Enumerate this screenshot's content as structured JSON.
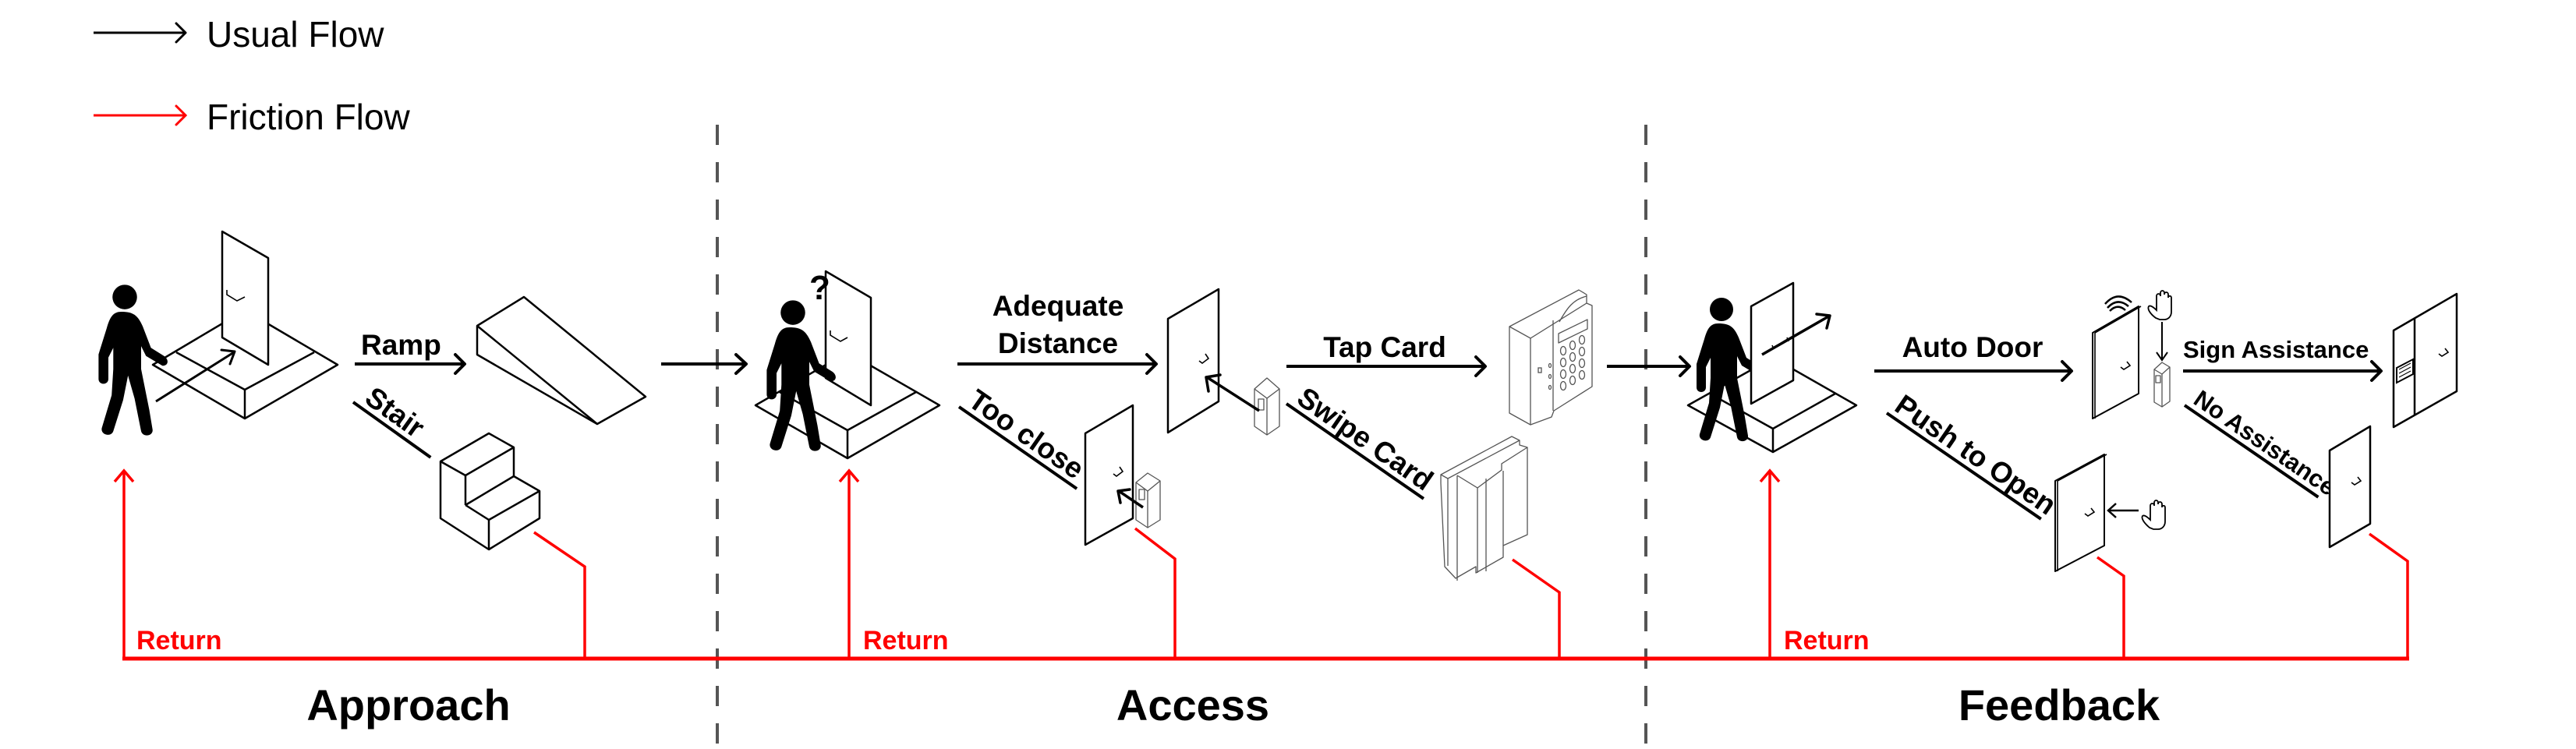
{
  "legend": {
    "usual_flow": {
      "label": "Usual Flow",
      "color": "#000000"
    },
    "friction_flow": {
      "label": "Friction Flow",
      "color": "#ff0000"
    }
  },
  "stages": [
    {
      "id": "approach",
      "title": "Approach"
    },
    {
      "id": "access",
      "title": "Access"
    },
    {
      "id": "feedback",
      "title": "Feedback"
    }
  ],
  "approach": {
    "usual_label": "Ramp",
    "friction_label": "Stair",
    "return_label": "Return"
  },
  "access": {
    "person_marker": "?",
    "usual_label_line1": "Adequate",
    "usual_label_line2": "Distance",
    "friction_label": "Too close",
    "usual2_label": "Tap Card",
    "friction2_label": "Swipe Card",
    "return_label": "Return"
  },
  "feedback": {
    "usual_label": "Auto Door",
    "friction_label": "Push to Open",
    "usual2_label": "Sign Assistance",
    "friction2_label": "No Assistance",
    "return_label": "Return"
  },
  "icons": [
    "walking-person-icon",
    "door-icon",
    "platform-icon",
    "ramp-icon",
    "stair-icon",
    "card-reader-icon",
    "keypad-terminal-icon",
    "swipe-reader-icon",
    "wireless-signal-icon",
    "hand-icon",
    "access-pillar-icon",
    "double-door-icon",
    "sign-plate-icon"
  ]
}
